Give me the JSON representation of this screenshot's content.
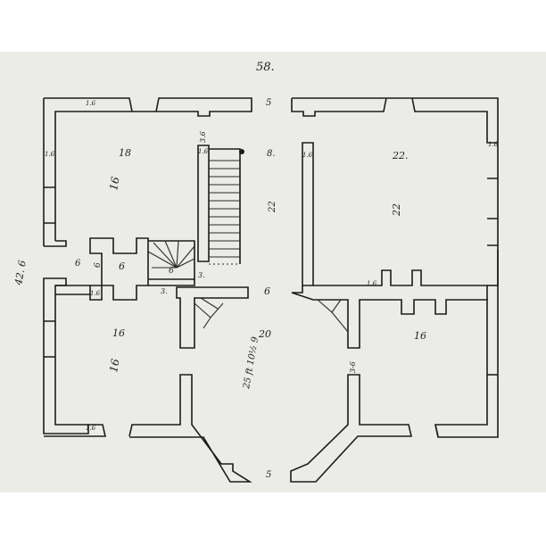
{
  "sheet": {
    "page_number": "58.",
    "paper_color": "#ebebe8",
    "ink_color": "#1c1c1c"
  },
  "dimensions": {
    "overall_depth": "42. 6",
    "front_door": "5",
    "rear_door": "5",
    "wall_nw": "1.6",
    "wall_w": "1.6",
    "wall_sw": "1.6",
    "wall_ne": "1.6",
    "wall_mid_left": "1.6",
    "wall_mid_right": "1.6",
    "stair_wall": "1.6",
    "wall_e_top": "1.6",
    "stair_width": "3.6",
    "hall_door_right": "3-6",
    "nw_room_width": "18",
    "nw_room_depth": "16",
    "ne_room_width": "22.",
    "ne_room_depth": "22",
    "hall_width_upper": "8.",
    "hall_length": "22",
    "hall_width_lower": "6",
    "closet_w_left": "6",
    "closet_w_mid": "6",
    "closet_w_right": "6",
    "stair_landing": "6",
    "stair_label_a": "3.",
    "stair_label_b": "3.",
    "sw_room_width": "16",
    "sw_room_depth": "16",
    "se_room_width": "16",
    "lower_hall_depth": "20",
    "lower_hall_width": "25 ft 10½ 9"
  }
}
